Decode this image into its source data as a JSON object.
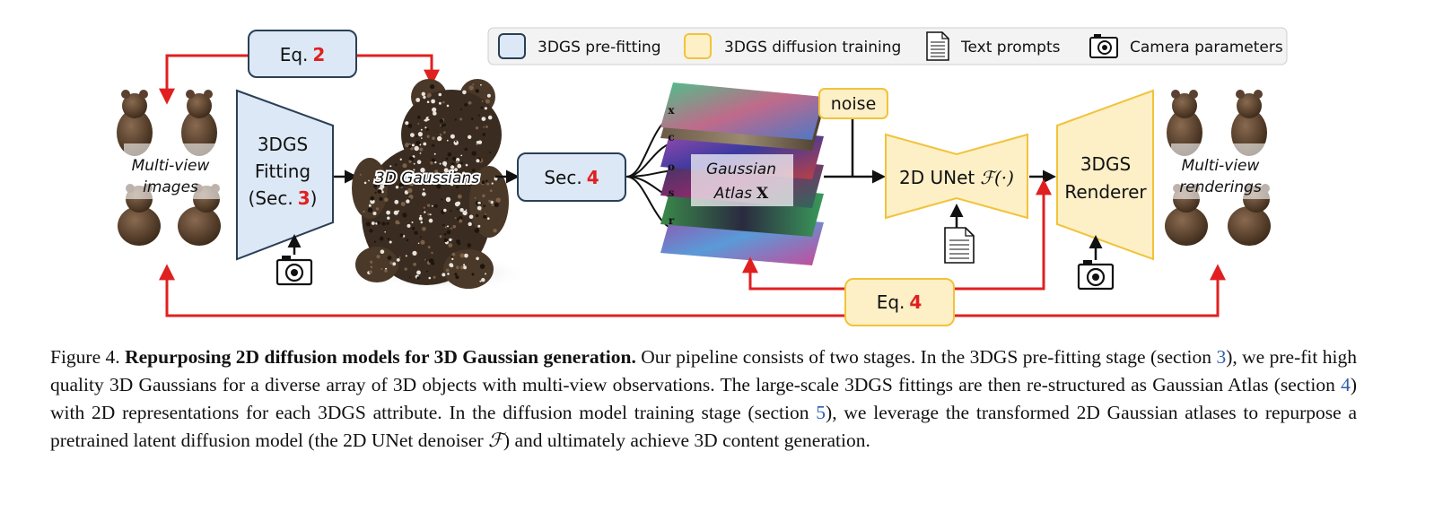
{
  "legend": {
    "prefit_label": "3DGS pre-fitting",
    "diffusion_label": "3DGS diffusion training",
    "text_label": "Text prompts",
    "camera_label": "Camera parameters"
  },
  "colors": {
    "blue_fill": "#dce8f5",
    "blue_stroke": "#2a3f57",
    "yellow_fill": "#fdefc6",
    "yellow_stroke": "#f1c33a",
    "red": "#e02020",
    "arrow": "#111111"
  },
  "diagram": {
    "eq2_label": "Eq.",
    "eq2_num": "2",
    "multiview_line1": "Multi-view",
    "multiview_line2": "images",
    "fitting_line1": "3DGS",
    "fitting_line2": "Fitting",
    "fitting_line3_a": "(Sec.",
    "fitting_line3_num": "3",
    "fitting_line3_b": ")",
    "gaussians_label": "3D Gaussians",
    "sec4_label": "Sec.",
    "sec4_num": "4",
    "atlas_letters": [
      "x",
      "c",
      "o",
      "s",
      "r"
    ],
    "atlas_line1": "Gaussian",
    "atlas_line2": "Atlas",
    "atlas_symbol": "X",
    "noise_label": "noise",
    "unet_label": "2D UNet",
    "unet_symbol": "ℱ(·)",
    "renderer_line1": "3DGS",
    "renderer_line2": "Renderer",
    "renderings_line1": "Multi-view",
    "renderings_line2": "renderings",
    "eq4_label": "Eq.",
    "eq4_num": "4"
  },
  "caption": {
    "figure_label": "Figure 4.",
    "title": "Repurposing 2D diffusion models for 3D Gaussian generation.",
    "t1": " Our pipeline consists of two stages. In the 3DGS pre-fitting stage (section ",
    "ref1": "3",
    "t2": "), we pre-fit high quality 3D Gaussians for a diverse array of 3D objects with multi-view observations. The large-scale 3DGS fittings are then re-structured as Gaussian Atlas (section ",
    "ref2": "4",
    "t3": ") with 2D representations for each 3DGS attribute. In the diffusion model training stage (section ",
    "ref3": "5",
    "t4": "), we leverage the transformed 2D Gaussian atlases to repurpose a pretrained latent diffusion model (the 2D UNet denoiser ",
    "symbol": "ℱ",
    "t5": ") and ultimately achieve 3D content generation."
  }
}
